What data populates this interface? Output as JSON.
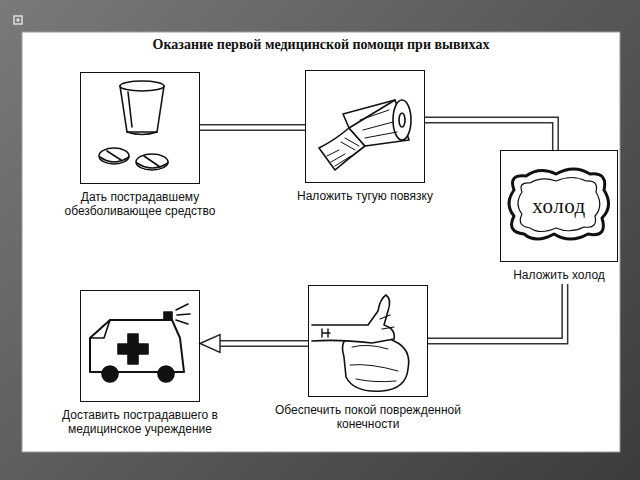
{
  "diagram": {
    "title": "Оказание первой медицинской помощи при вывихах",
    "nodes": [
      {
        "text": [
          "Дать пострадавшему обезболивающее средство"
        ]
      },
      {
        "text": [
          "Наложить тугую повязку"
        ]
      },
      {
        "text": [
          "холод",
          "Наложить холод"
        ]
      },
      {
        "text": [
          "Доставить пострадавшего в медицинское учреждение"
        ]
      },
      {
        "text": [
          "Обеспечить покой поврежденной конечности"
        ]
      }
    ],
    "edges": [
      {
        "from": 0,
        "to": 1,
        "arrow": "none"
      },
      {
        "from": 1,
        "to": 2,
        "arrow": "none"
      },
      {
        "from": 2,
        "to": 4,
        "arrow": "none"
      },
      {
        "from": 4,
        "to": 3,
        "arrow": "to"
      }
    ]
  }
}
